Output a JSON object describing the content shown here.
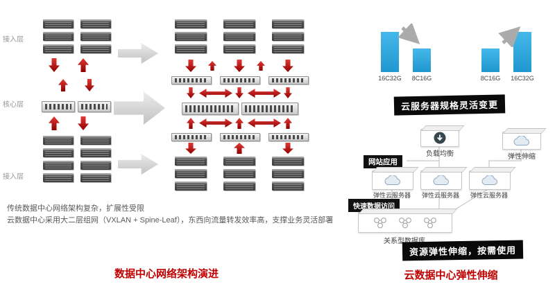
{
  "colors": {
    "accent_red": "#c00000",
    "bar_blue": "#2aa7df",
    "banner_black": "#0a0a0a",
    "arrow_red": "#c00000",
    "arrow_gray": "#cccccc"
  },
  "left": {
    "layers": [
      {
        "label": "接入层"
      },
      {
        "label": "核心层"
      },
      {
        "label": "接入层"
      }
    ],
    "note_line1": "传统数据中心网络架构复杂，扩展性受限",
    "note_line2": "云数据中心采用大二层组网（VXLAN + Spine-Leaf），东西向流量转发效率高，支撑业务灵活部署",
    "caption": "数据中心网络架构演进"
  },
  "right": {
    "scale_down": {
      "bars": [
        {
          "label": "16C32G"
        },
        {
          "label": "8C16G"
        }
      ]
    },
    "scale_up": {
      "bars": [
        {
          "label": "8C16G"
        },
        {
          "label": "16C32G"
        }
      ]
    },
    "banner_top": "云服务器规格灵活变更",
    "arch": {
      "load_balancer": "负载均衡",
      "web_app": "网站应用",
      "auto_scaling": "弹性伸缩",
      "ecs": [
        "弹性云服务器",
        "弹性云服务器",
        "弹性云服务器"
      ],
      "fast_access": "快速数据访问",
      "database": "关系型数据库"
    },
    "banner_bottom": "资源弹性伸缩，按需使用",
    "caption": "云数据中心弹性伸缩"
  }
}
